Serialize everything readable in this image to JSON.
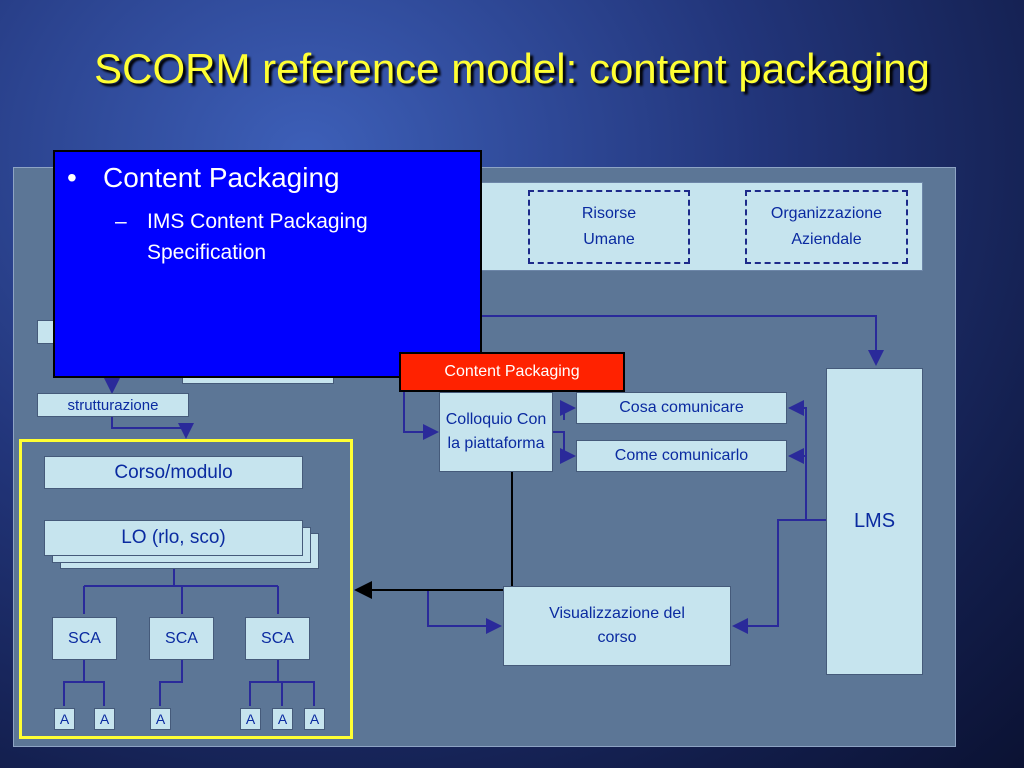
{
  "title": "SCORM reference model: content packaging",
  "bullet": {
    "main": "Content Packaging",
    "sub": "IMS Content Packaging Specification"
  },
  "boxes": {
    "risorse": "Risorse Umane",
    "organizzazione": "Organizzazione Aziendale",
    "content_packaging": "Content Packaging",
    "strutturazione": "strutturazione",
    "colloquio": "Colloquio Con la piattaforma",
    "cosa": "Cosa comunicare",
    "come": "Come comunicarlo",
    "lms": "LMS",
    "visualizzazione": "Visualizzazione del corso",
    "corso": "Corso/modulo",
    "lo": "LO (rlo, sco)",
    "sca": [
      "SCA",
      "SCA",
      "SCA"
    ],
    "a": [
      "A",
      "A",
      "A",
      "A",
      "A",
      "A"
    ]
  },
  "colors": {
    "title": "#ffff33",
    "panel": "#5c7696",
    "box_fill": "#c6e4ee",
    "box_text": "#0a2aa0",
    "bullet_bg": "#0000ff",
    "content_packaging_bg": "#ff2200",
    "highlight_border": "#ffff33",
    "connector": "#2a2a9a"
  }
}
